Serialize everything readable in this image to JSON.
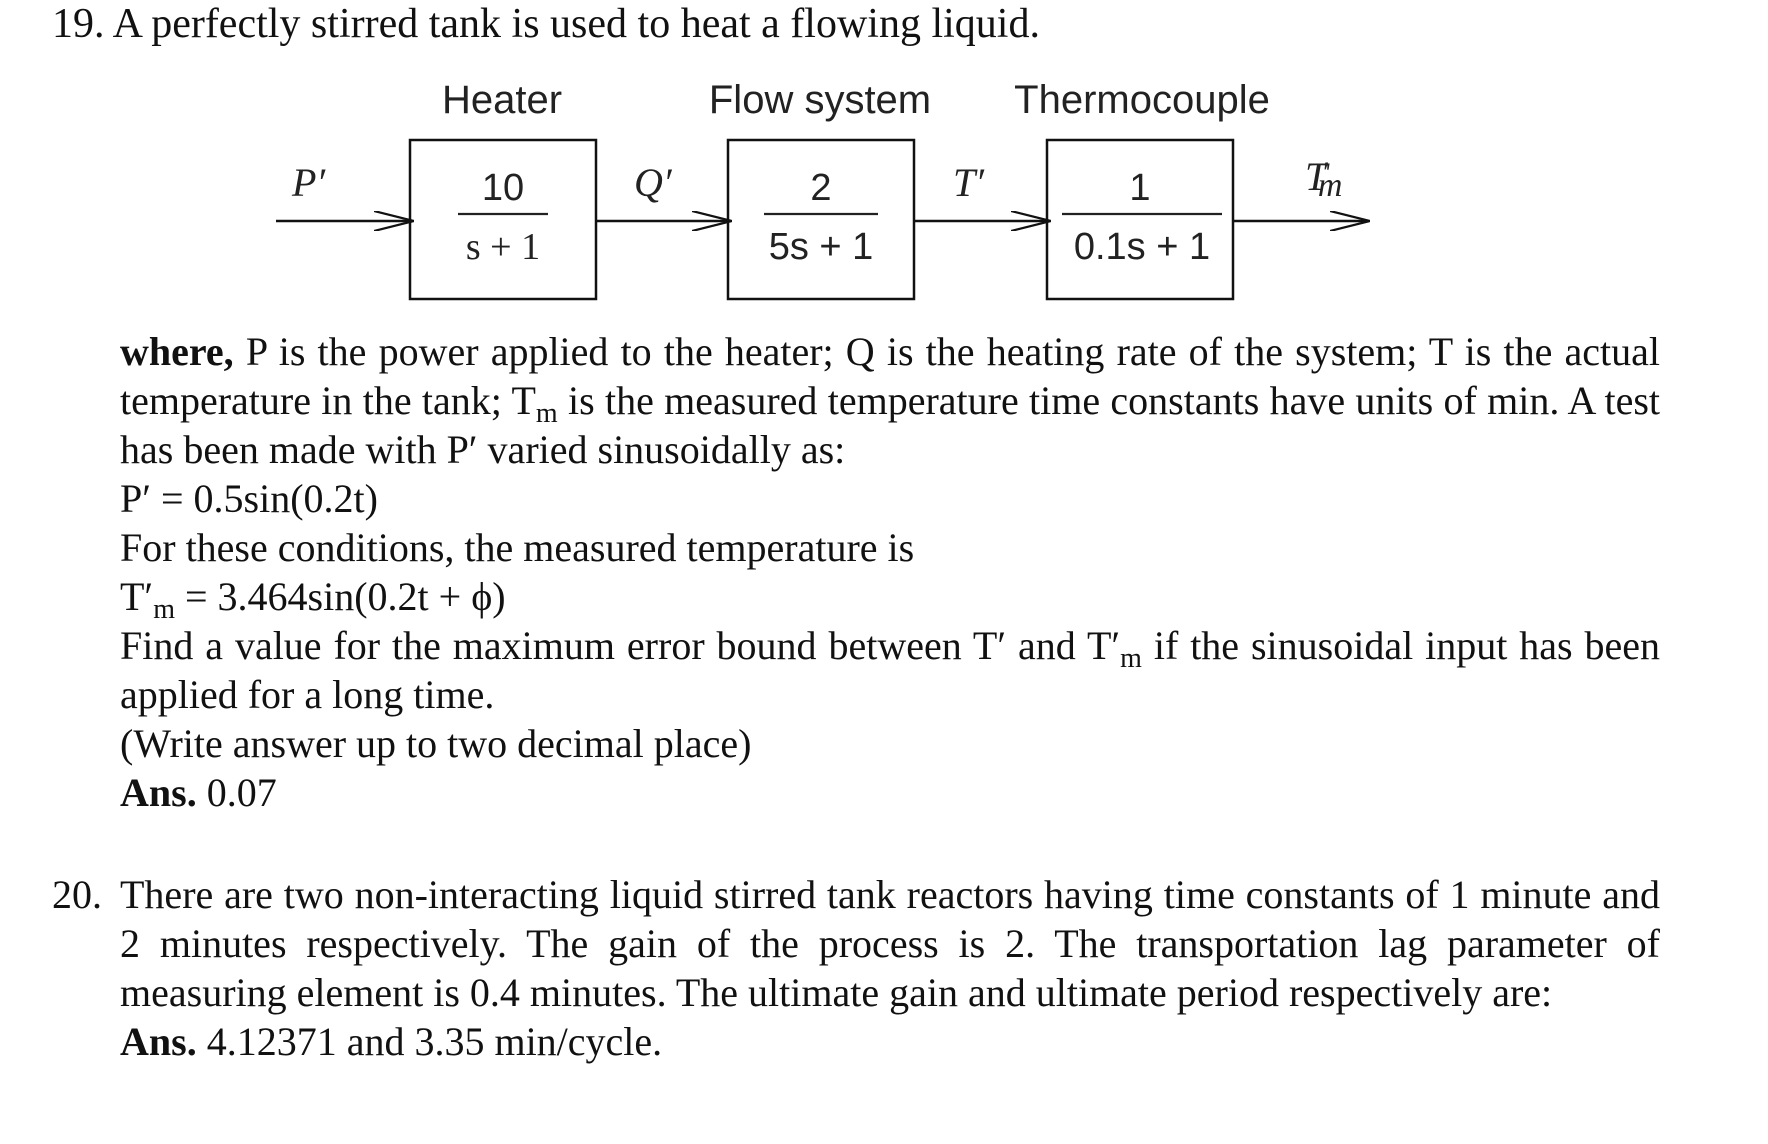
{
  "q19": {
    "title": "19. A perfectly stirred tank is used to heat a flowing liquid.",
    "diagram": {
      "headers": [
        "Heater",
        "Flow system",
        "Thermocouple"
      ],
      "blocks": [
        {
          "num": "10",
          "den": "s + 1"
        },
        {
          "num": "2",
          "den": "5s + 1"
        },
        {
          "num": "1",
          "den": "0.1s + 1"
        }
      ],
      "signals": {
        "p": "P′",
        "q": "Q′",
        "t": "T′",
        "tm_base": "T",
        "tm_prime": "′",
        "tm_sub": "m"
      }
    },
    "where_bold": "where,",
    "where_text_1": " P is the power applied to the heater; Q is the heating rate of the system; T is the actual temperature in the tank; T",
    "where_sub": "m",
    "where_text_2": " is the measured temperature time constants have units of min. A test has been made with P′ varied sinusoidally as:",
    "eq1": "P′ = 0.5sin(0.2t)",
    "conditions": "For these conditions, the measured temperature is",
    "eq2_a": "T′",
    "eq2_sub": "m",
    "eq2_b": " = 3.464sin(0.2t + ϕ)",
    "find_a": "Find a value for the maximum error bound between T′ and T′",
    "find_sub": "m",
    "find_b": " if the sinusoidal input has been applied for a long time.",
    "note": "(Write answer up to two decimal place)",
    "ans_label": "Ans.",
    "ans_value": " 0.07"
  },
  "q20": {
    "number": "20.",
    "text": "There are two non-interacting liquid stirred tank reactors having time constants of 1 minute and 2 minutes respectively. The gain of the process is 2. The transportation lag parameter of measuring element is 0.4 minutes. The ultimate gain and ultimate period respectively are:",
    "ans_label": "Ans.",
    "ans_value": " 4.12371 and 3.35 min/cycle."
  }
}
